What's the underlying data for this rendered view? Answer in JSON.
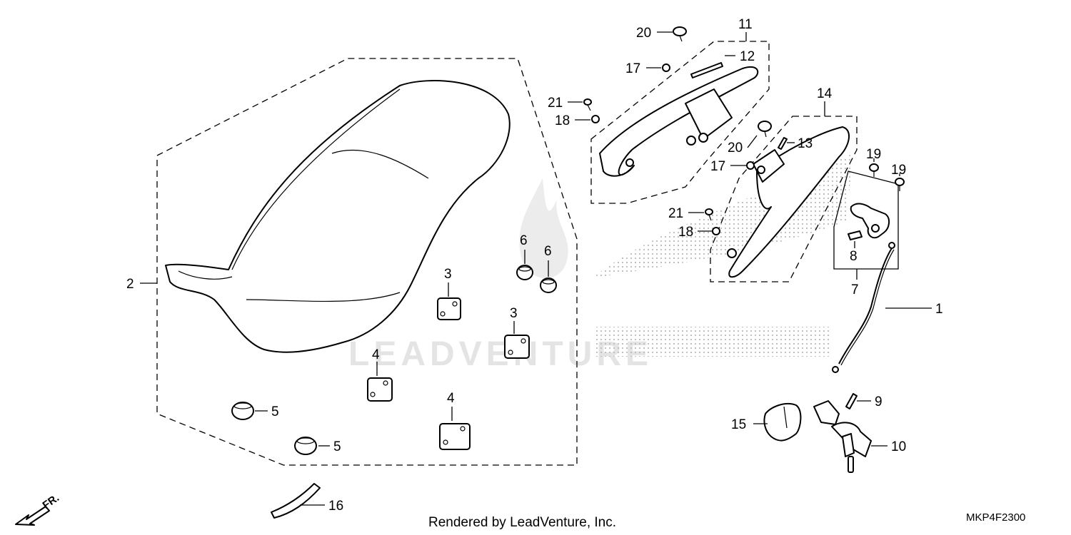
{
  "footer": {
    "rendered_by": "Rendered by LeadVenture, Inc.",
    "diagram_code": "MKP4F2300"
  },
  "direction_indicator": {
    "label": "FR."
  },
  "watermark": {
    "text": "LEADVENTURE"
  },
  "callouts": {
    "seat": "2",
    "rubber_3a": "3",
    "rubber_3b": "3",
    "rubber_4a": "4",
    "rubber_4b": "4",
    "rubber_5a": "5",
    "rubber_5b": "5",
    "rubber_6a": "6",
    "rubber_6b": "6",
    "band_16": "16",
    "grab_rail_11": "11",
    "sticker_12": "12",
    "bolt_20a": "20",
    "nut_17a": "17",
    "bolt_21a": "21",
    "washer_18a": "18",
    "grab_rail_14": "14",
    "sticker_13": "13",
    "bolt_20b": "20",
    "nut_17b": "17",
    "bolt_21b": "21",
    "washer_18b": "18",
    "bolt_19a": "19",
    "bolt_19b": "19",
    "spring_8": "8",
    "lock_assy_7": "7",
    "cable_1": "1",
    "key_9": "9",
    "cover_15": "15",
    "lock_10": "10"
  }
}
